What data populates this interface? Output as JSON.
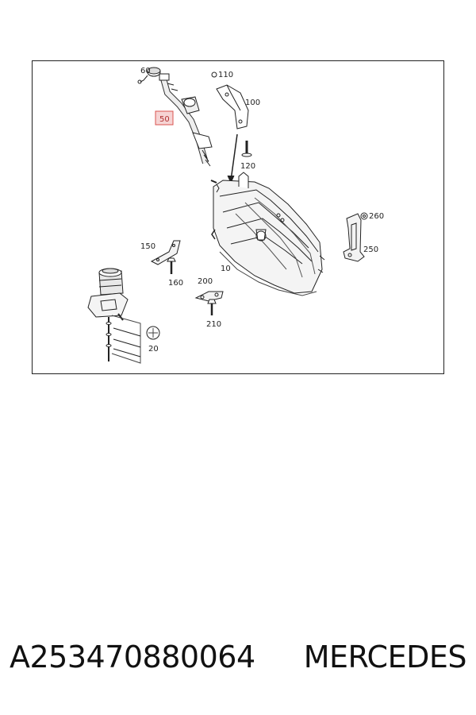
{
  "diagram": {
    "callouts": [
      {
        "id": "60",
        "label": "60"
      },
      {
        "id": "50",
        "label": "50",
        "highlighted": true
      },
      {
        "id": "110",
        "label": "110"
      },
      {
        "id": "100",
        "label": "100"
      },
      {
        "id": "120",
        "label": "120"
      },
      {
        "id": "260",
        "label": "260"
      },
      {
        "id": "250",
        "label": "250"
      },
      {
        "id": "150",
        "label": "150"
      },
      {
        "id": "10",
        "label": "10"
      },
      {
        "id": "160",
        "label": "160"
      },
      {
        "id": "200",
        "label": "200"
      },
      {
        "id": "210",
        "label": "210"
      },
      {
        "id": "20",
        "label": "20"
      }
    ],
    "highlight_color": "#d9534f"
  },
  "caption": {
    "part_number": "A253470880064",
    "brand": "MERCEDES"
  }
}
